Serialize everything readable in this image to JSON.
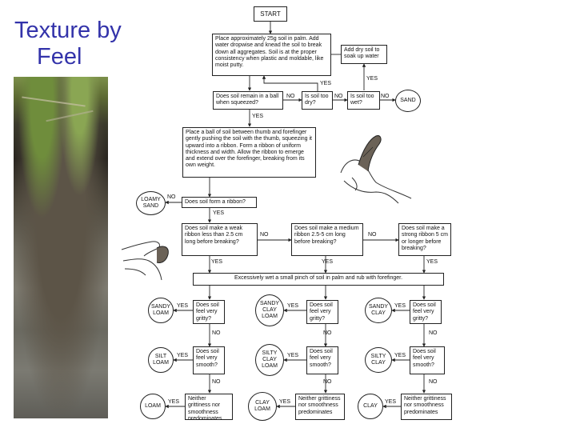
{
  "slide": {
    "title_line1": "Texture by",
    "title_line2": "Feel"
  },
  "flowchart": {
    "start": "START",
    "place_soil": "Place approximately 25g soil in palm. Add water dropwise and knead the soil to break down all aggregates. Soil is at the proper consistency when plastic and moldable, like moist putty.",
    "add_dry_soil": "Add dry soil to soak up water",
    "remain_ball": "Does soil remain in a ball when squeezed?",
    "too_dry": "Is soil too dry?",
    "too_wet": "Is soil too wet?",
    "sand": "SAND",
    "ribbon_instructions": "Place a ball of soil between thumb and forefinger gently pushing the soil with the thumb, squeezing it upward into a ribbon. Form a ribbon of uniform thickness and width. Allow the ribbon to emerge and extend over the forefinger, breaking from its own weight.",
    "loamy_sand": "LOAMY SAND",
    "form_ribbon": "Does soil form a ribbon?",
    "weak_ribbon": "Does soil make a weak ribbon less than 2.5 cm long before breaking?",
    "medium_ribbon": "Does soil make a medium ribbon 2.5-5 cm long before breaking?",
    "strong_ribbon": "Does soil make a strong ribbon 5 cm or longer before breaking?",
    "wet_pinch": "Excessively wet a small pinch of soil in palm and rub with forefinger.",
    "gritty_q": "Does soil feel very gritty?",
    "smooth_q": "Does soil feel very smooth?",
    "neither_q": "Neither grittiness nor smoothness predominates",
    "sandy_loam": "SANDY LOAM",
    "sandy_clay_loam": "SANDY CLAY LOAM",
    "sandy_clay": "SANDY CLAY",
    "silt_loam": "SILT LOAM",
    "silty_clay_loam": "SILTY CLAY LOAM",
    "silty_clay": "SILTY CLAY",
    "loam": "LOAM",
    "clay_loam": "CLAY LOAM",
    "clay": "CLAY",
    "yes": "YES",
    "no": "NO"
  }
}
